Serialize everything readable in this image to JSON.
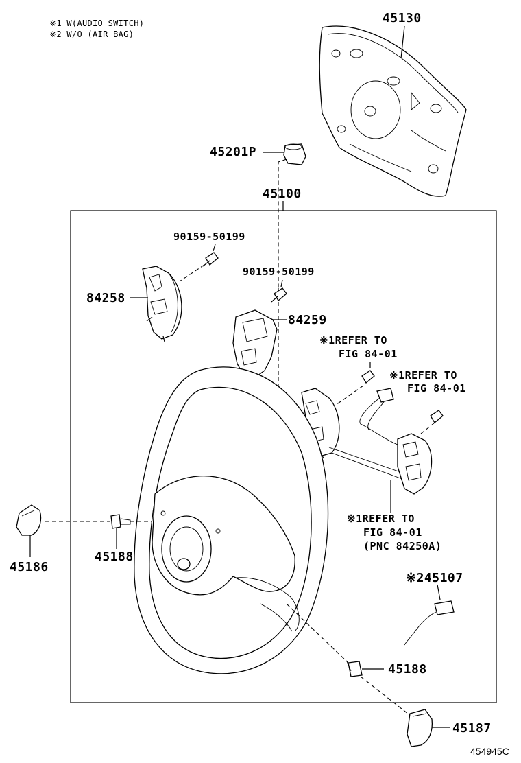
{
  "notes": {
    "note1": "※1 W(AUDIO SWITCH)",
    "note2": "※2 W/O (AIR BAG)"
  },
  "parts": {
    "p45130": "45130",
    "p45201p": "45201P",
    "p45100": "45100",
    "p90159_a": "90159-50199",
    "p90159_b": "90159-50199",
    "p84258": "84258",
    "p84259": "84259",
    "ref1_l1": "※1REFER TO",
    "ref1_l2": "FIG 84-01",
    "ref2_l1": "※1REFER TO",
    "ref2_l2": "FIG 84-01",
    "ref3_l1": "※1REFER TO",
    "ref3_l2": "FIG 84-01",
    "ref3_l3": "(PNC 84250A)",
    "p45186": "45186",
    "p45188_a": "45188",
    "p45107": "※245107",
    "p45188_b": "45188",
    "p45187": "45187"
  },
  "figure_id": "454945C"
}
